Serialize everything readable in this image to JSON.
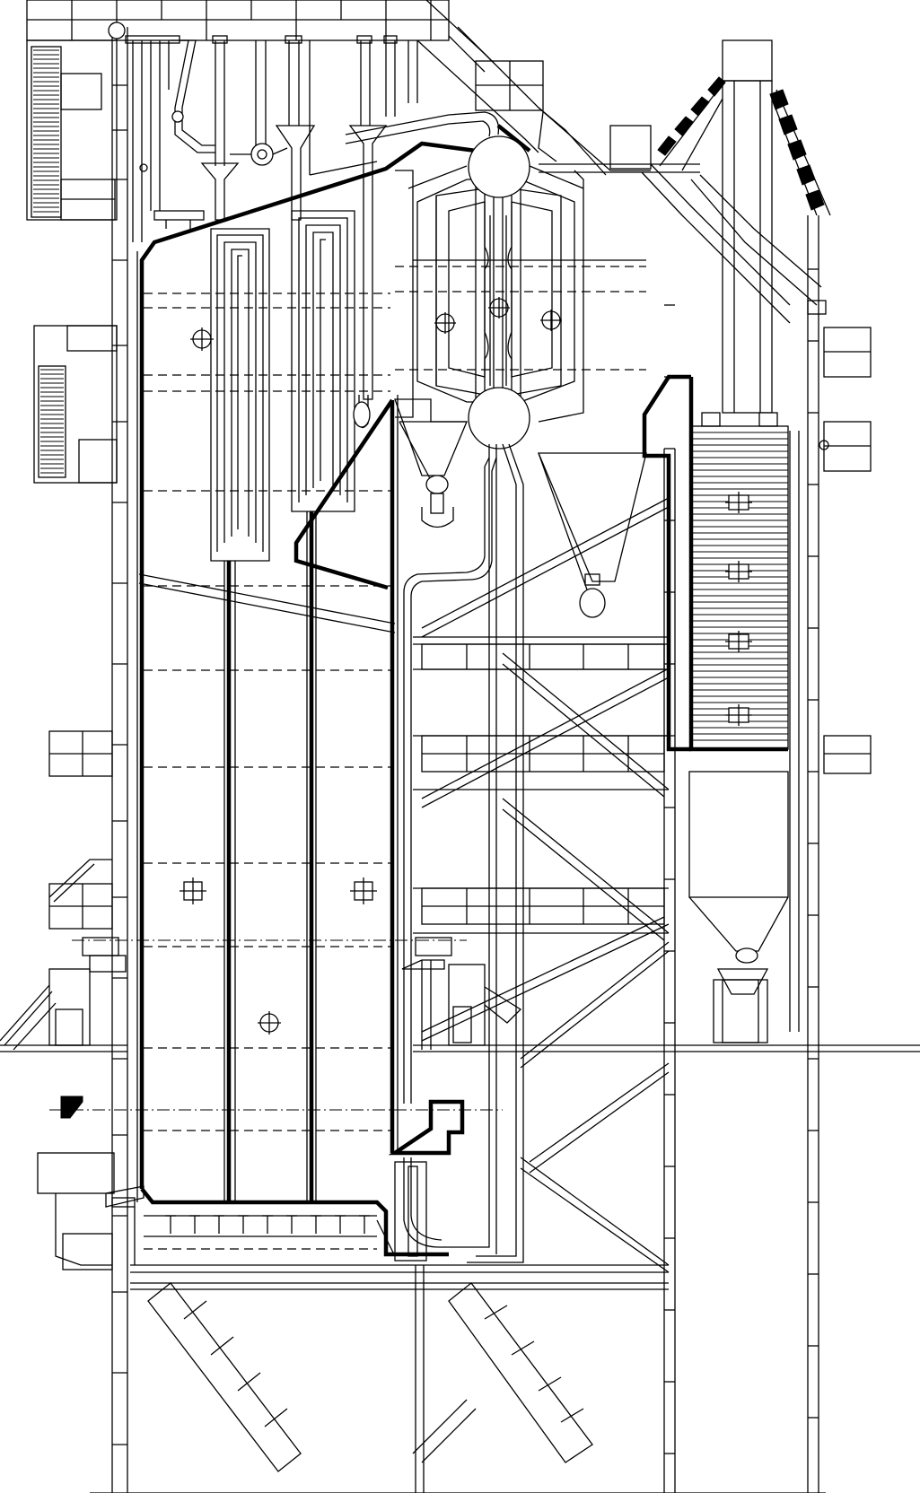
{
  "drawing": {
    "type": "boiler-cross-section-elevation",
    "style": "black-and-white line drawing",
    "colors": {
      "line": "#000000",
      "background": "#ffffff"
    },
    "features": [
      "steel-frame",
      "platforms",
      "stairs",
      "furnace",
      "downcomer-pipes",
      "steam-drum",
      "mud-drum",
      "cyclone-separators",
      "convection-bank",
      "economizer-stack",
      "ash-hoppers",
      "grate"
    ],
    "text_labels": []
  }
}
